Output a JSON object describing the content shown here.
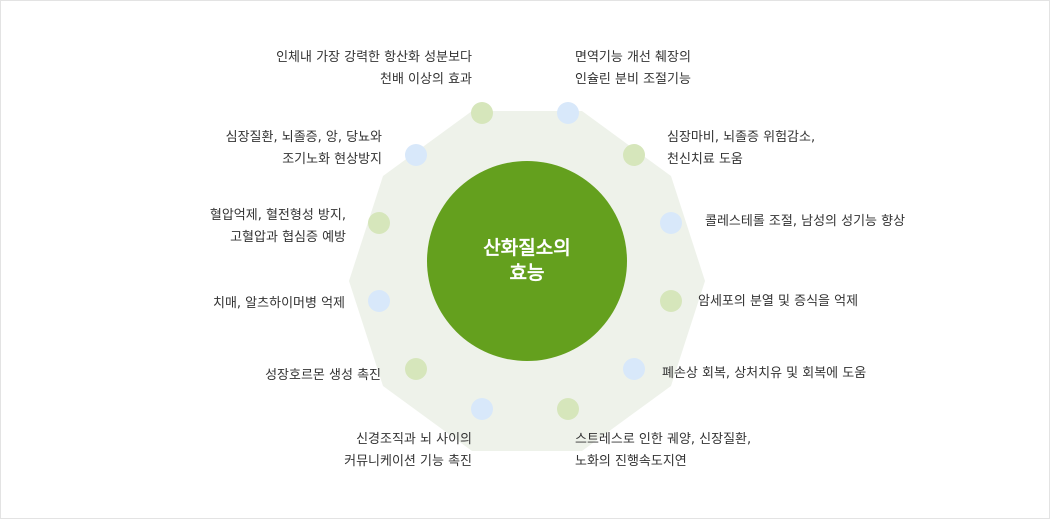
{
  "center": {
    "line1": "산화질소의",
    "line2": "효능"
  },
  "colors": {
    "decagon": "#eef2ea",
    "center_circle": "#64a01e",
    "green_dot": "#d6e6bb",
    "blue_dot": "#d8e8fa"
  },
  "benefits": [
    {
      "lines": [
        "인체내 가장 강력한 항산화 성분보다",
        "천배 이상의 효과"
      ],
      "dot": "green"
    },
    {
      "lines": [
        "면역기능 개선 췌장의",
        "인슐린 분비 조절기능"
      ],
      "dot": "blue"
    },
    {
      "lines": [
        "심장마비, 뇌졸증 위험감소,",
        "천신치료 도움"
      ],
      "dot": "green"
    },
    {
      "lines": [
        "콜레스테롤 조절, 남성의 성기능 향상"
      ],
      "dot": "blue"
    },
    {
      "lines": [
        "암세포의 분열 및 증식을 억제"
      ],
      "dot": "green"
    },
    {
      "lines": [
        "폐손상 회복, 상처치유 및 회복에 도움"
      ],
      "dot": "blue"
    },
    {
      "lines": [
        "스트레스로 인한 궤양, 신장질환,",
        "노화의 진행속도지연"
      ],
      "dot": "green"
    },
    {
      "lines": [
        "신경조직과 뇌 사이의",
        "커뮤니케이션 기능 촉진"
      ],
      "dot": "blue"
    },
    {
      "lines": [
        "성장호르몬 생성 촉진"
      ],
      "dot": "green"
    },
    {
      "lines": [
        "치매, 알츠하이머병 억제"
      ],
      "dot": "blue"
    },
    {
      "lines": [
        "혈압억제, 혈전형성 방지,",
        "고혈압과 협심증 예방"
      ],
      "dot": "green"
    },
    {
      "lines": [
        "심장질환, 뇌졸증, 앙, 당뇨와",
        "조기노화 현상방지"
      ],
      "dot": "blue"
    }
  ]
}
